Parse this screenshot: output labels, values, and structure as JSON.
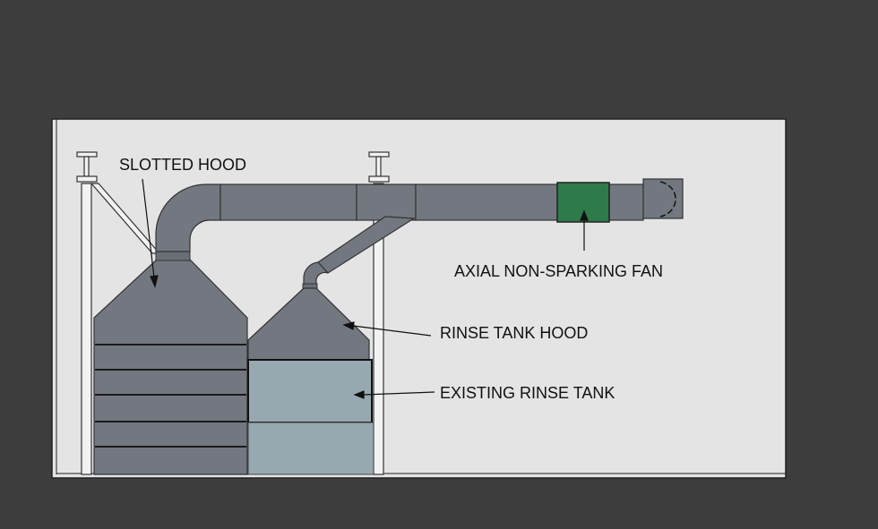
{
  "colors": {
    "background": "#3d3d3d",
    "panel": "#e4e4e4",
    "equipment": "#737880",
    "equipment_dark": "#5f646b",
    "tank": "#98a8b0",
    "fan": "#2f7a4a",
    "outline": "#222222",
    "support": "#f2f2f2"
  },
  "labels": {
    "slotted_hood": "SLOTTED HOOD",
    "axial_fan": "AXIAL NON-SPARKING FAN",
    "rinse_tank_hood": "RINSE TANK HOOD",
    "existing_rinse_tank": "EXISTING RINSE TANK"
  }
}
